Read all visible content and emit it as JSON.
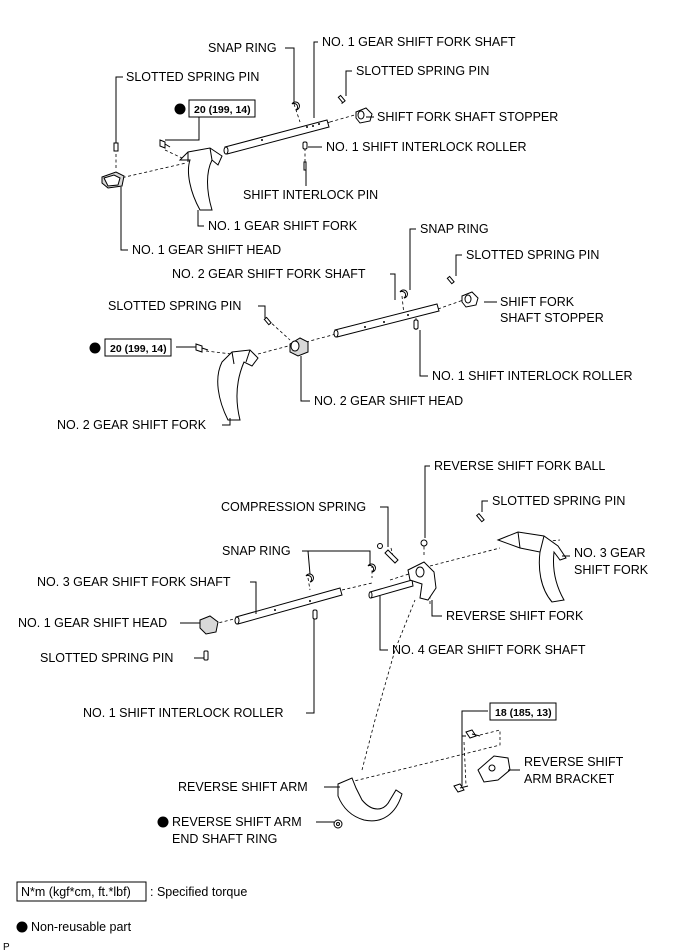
{
  "labels": {
    "snap_ring_1": "SNAP RING",
    "fork_shaft_1": "NO. 1 GEAR SHIFT FORK SHAFT",
    "slotted_pin_1a": "SLOTTED SPRING PIN",
    "slotted_pin_1b": "SLOTTED SPRING PIN",
    "stopper_1": "SHIFT FORK SHAFT STOPPER",
    "interlock_roller_1": "NO. 1 SHIFT INTERLOCK ROLLER",
    "interlock_pin": "SHIFT INTERLOCK PIN",
    "gear_shift_fork_1": "NO. 1 GEAR SHIFT FORK",
    "gear_shift_head_1": "NO. 1 GEAR SHIFT HEAD",
    "snap_ring_2": "SNAP RING",
    "slotted_pin_2a": "SLOTTED SPRING PIN",
    "fork_shaft_2": "NO. 2 GEAR SHIFT FORK SHAFT",
    "stopper_2_line1": "SHIFT FORK",
    "stopper_2_line2": "SHAFT STOPPER",
    "slotted_pin_2b": "SLOTTED SPRING PIN",
    "interlock_roller_2": "NO. 1 SHIFT INTERLOCK ROLLER",
    "gear_shift_head_2": "NO. 2 GEAR SHIFT HEAD",
    "gear_shift_fork_2": "NO. 2 GEAR SHIFT FORK",
    "reverse_ball": "REVERSE SHIFT FORK BALL",
    "compression_spring": "COMPRESSION SPRING",
    "slotted_pin_3a": "SLOTTED SPRING PIN",
    "snap_ring_3": "SNAP RING",
    "fork_3_line1": "NO. 3 GEAR",
    "fork_3_line2": "SHIFT FORK",
    "fork_shaft_3": "NO. 3 GEAR SHIFT FORK SHAFT",
    "gear_shift_head_3": "NO. 1 GEAR SHIFT HEAD",
    "reverse_shift_fork": "REVERSE SHIFT FORK",
    "slotted_pin_3b": "SLOTTED SPRING PIN",
    "fork_shaft_4": "NO. 4 GEAR SHIFT FORK SHAFT",
    "interlock_roller_3": "NO. 1 SHIFT INTERLOCK ROLLER",
    "arm_bracket_line1": "REVERSE SHIFT",
    "arm_bracket_line2": "ARM BRACKET",
    "reverse_arm": "REVERSE SHIFT ARM",
    "end_ring_line1": "REVERSE SHIFT ARM",
    "end_ring_line2": "END SHAFT RING"
  },
  "torques": {
    "t1": "20 (199, 14)",
    "t2": "20 (199, 14)",
    "t3": "18 (185, 13)"
  },
  "legend": {
    "torque_box": "N*m (kgf*cm, ft.*lbf)",
    "torque_text": ": Specified torque",
    "non_reusable": "Non-reusable part"
  },
  "corner_code": "P"
}
